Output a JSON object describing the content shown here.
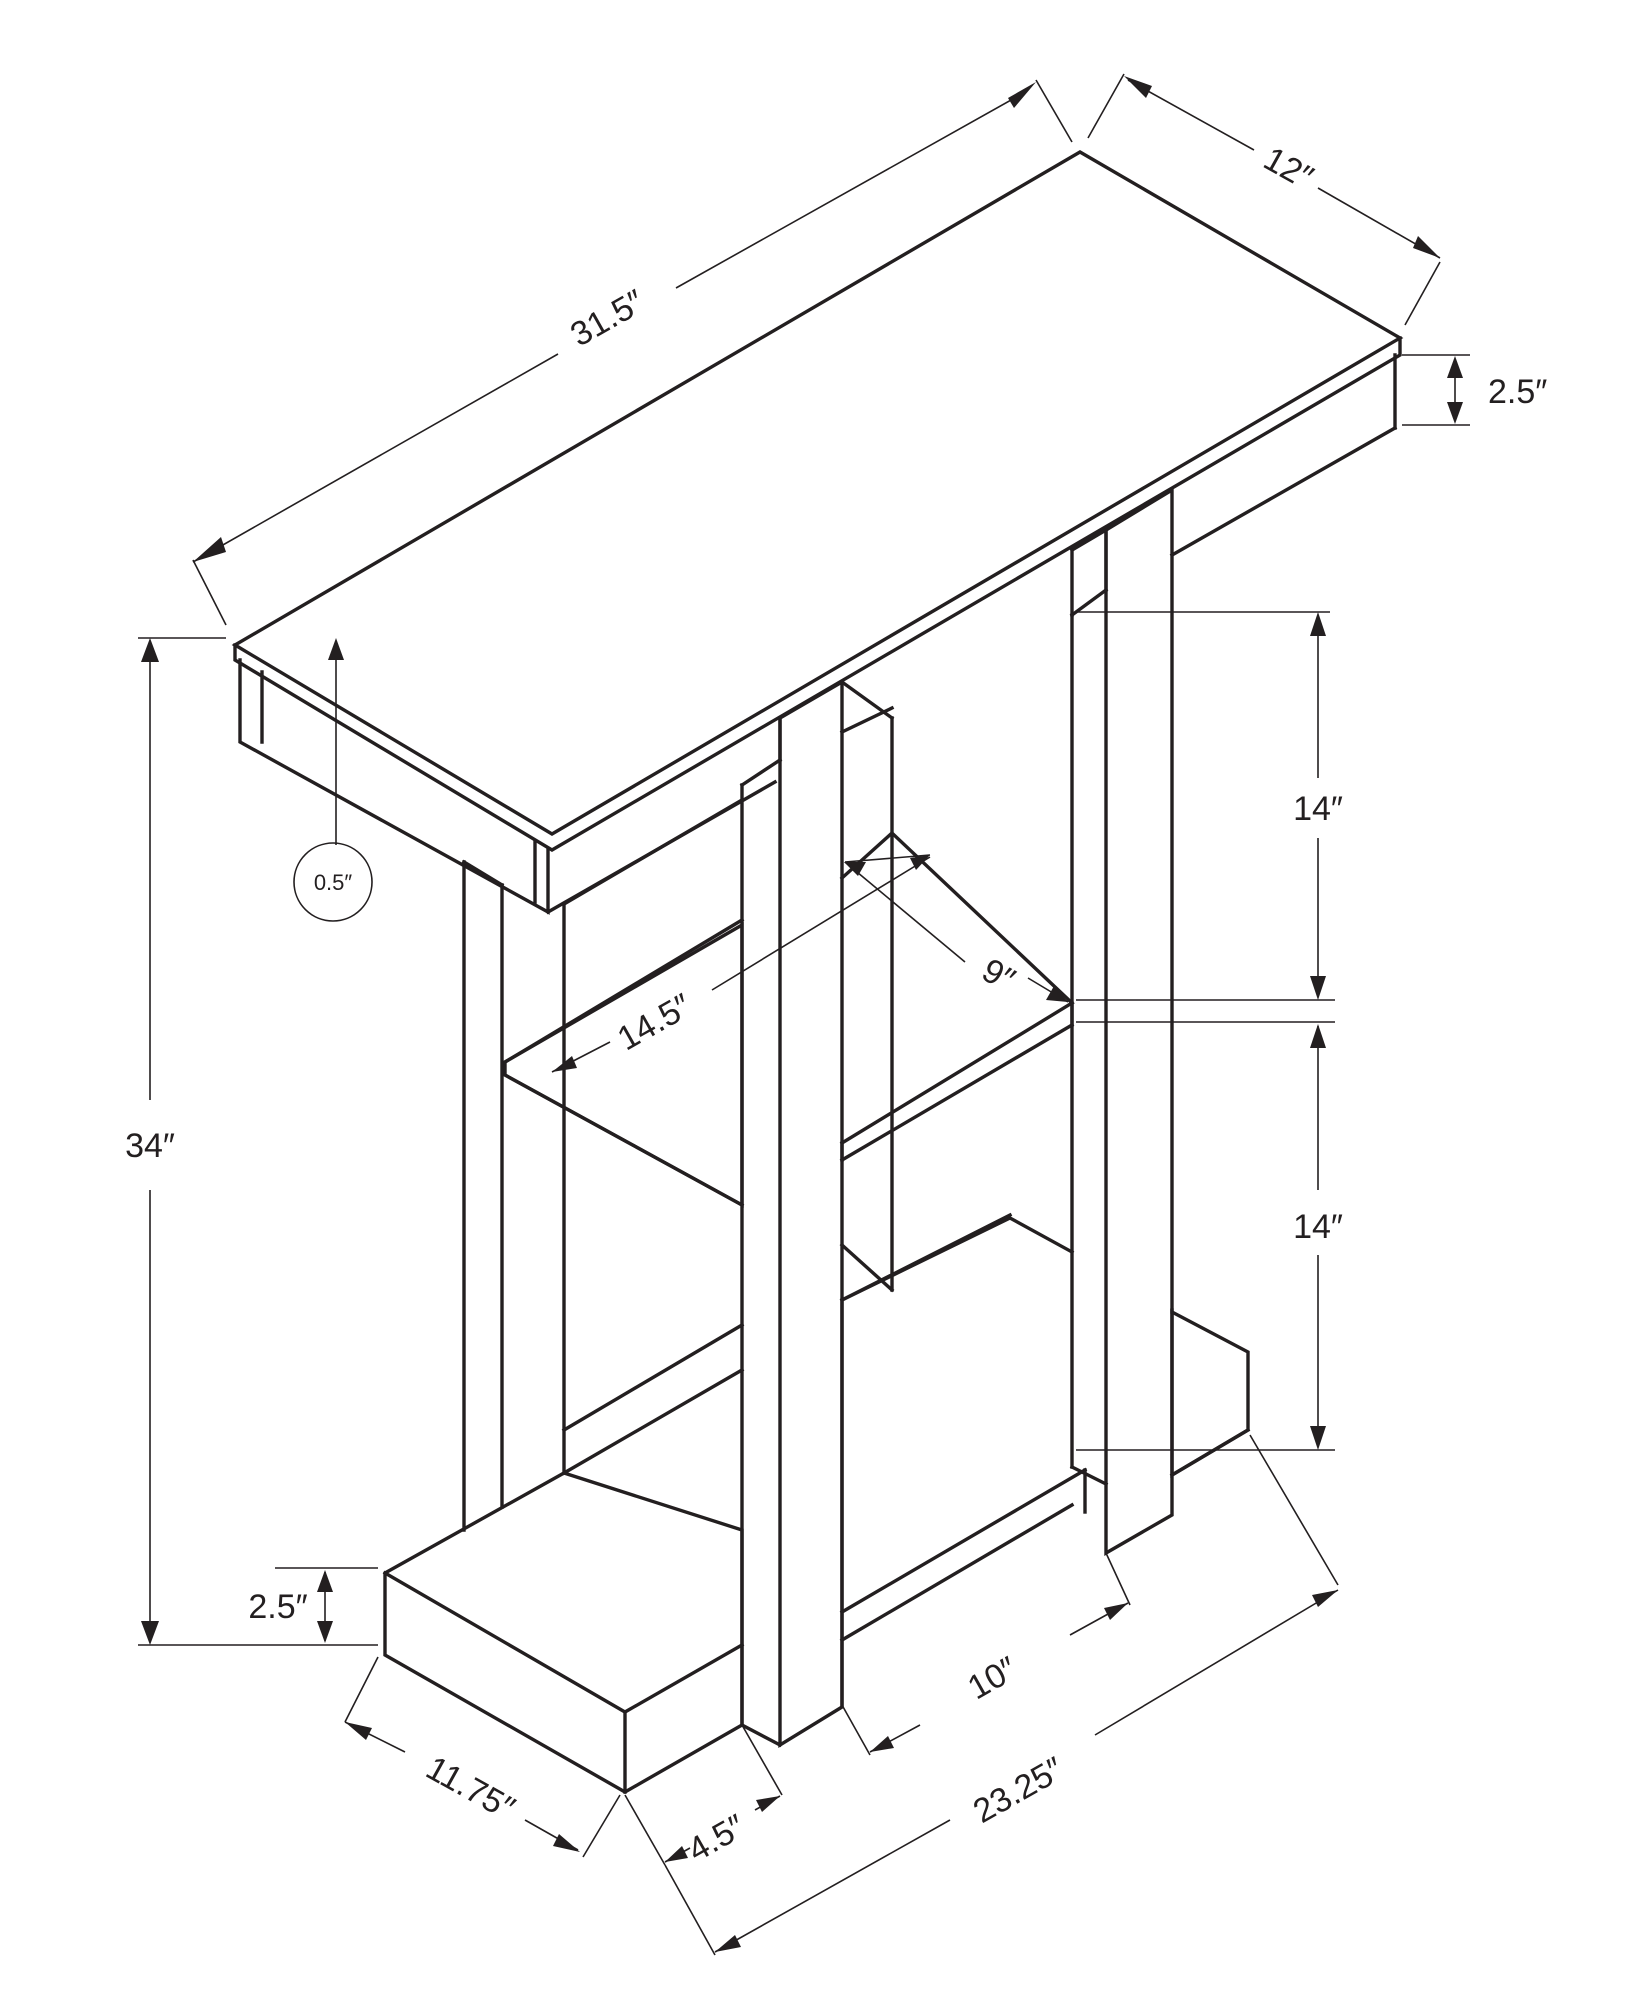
{
  "dimensions": {
    "width": "31.5″",
    "depth": "12″",
    "top_thickness": "2.5″",
    "overall_height": "34″",
    "top_overhang": "0.5″",
    "shelf_depth": "9″",
    "shelf_width": "14.5″",
    "upper_opening": "14″",
    "lower_opening": "14″",
    "base_thickness": "2.5″",
    "base_depth": "11.75″",
    "leg_width": "4.5″",
    "base_width": "23.25″",
    "base_step": "10″"
  },
  "colors": {
    "line": "#231f20",
    "background": "#ffffff"
  }
}
